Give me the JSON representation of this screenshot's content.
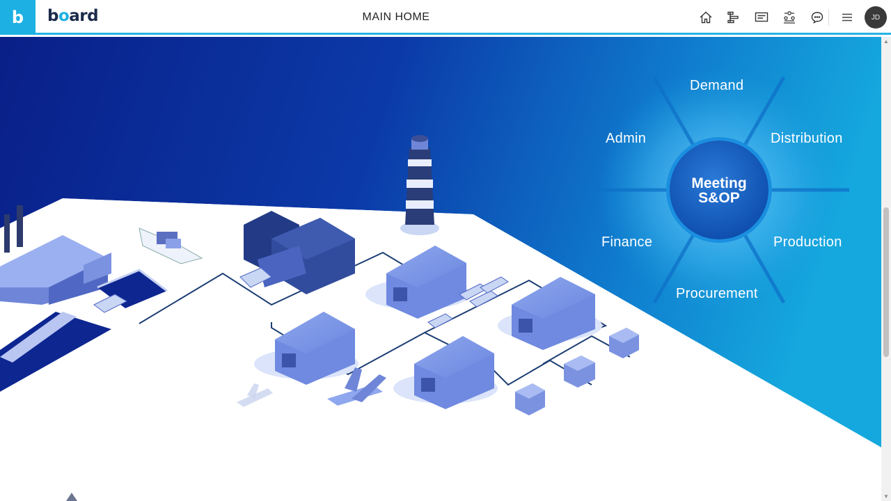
{
  "header": {
    "app_tile": "b",
    "logo_prefix": "b",
    "logo_o": "o",
    "logo_suffix": "ard",
    "title": "MAIN HOME",
    "avatar_initials": "JD",
    "icons": [
      "home-icon",
      "gantt-icon",
      "storyboard-icon",
      "hierarchy-icon",
      "chat-icon",
      "menu-icon"
    ]
  },
  "wheel": {
    "center_line1": "Meeting",
    "center_line2": "S&OP",
    "segments": [
      "Demand",
      "Distribution",
      "Production",
      "Procurement",
      "Finance",
      "Admin"
    ]
  },
  "colors": {
    "accent": "#1db1e3",
    "bg_dark": "#0a2a8a",
    "bg_light": "#16a3dc"
  }
}
